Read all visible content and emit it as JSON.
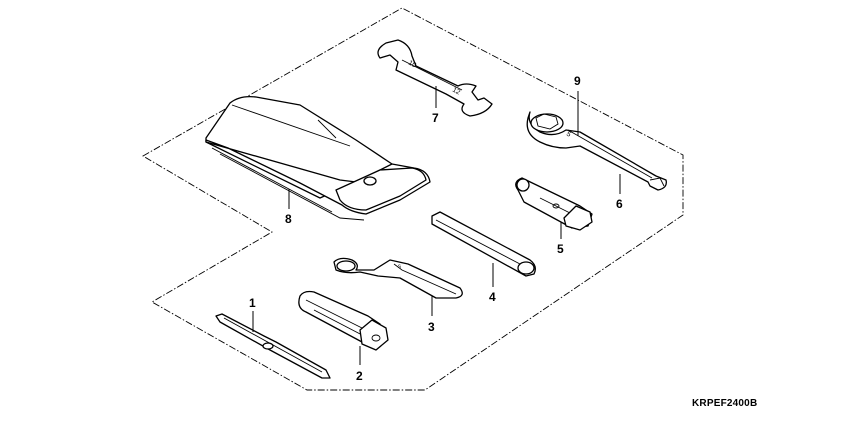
{
  "callouts": [
    {
      "id": "1",
      "label": "1"
    },
    {
      "id": "2",
      "label": "2"
    },
    {
      "id": "3",
      "label": "3"
    },
    {
      "id": "4",
      "label": "4"
    },
    {
      "id": "5",
      "label": "5"
    },
    {
      "id": "6",
      "label": "6"
    },
    {
      "id": "7",
      "label": "7"
    },
    {
      "id": "8",
      "label": "8"
    },
    {
      "id": "9",
      "label": "9"
    }
  ],
  "wrench_marks": {
    "small_end": "10",
    "large_end": "12"
  },
  "drawing_code": "KRPEF2400B"
}
